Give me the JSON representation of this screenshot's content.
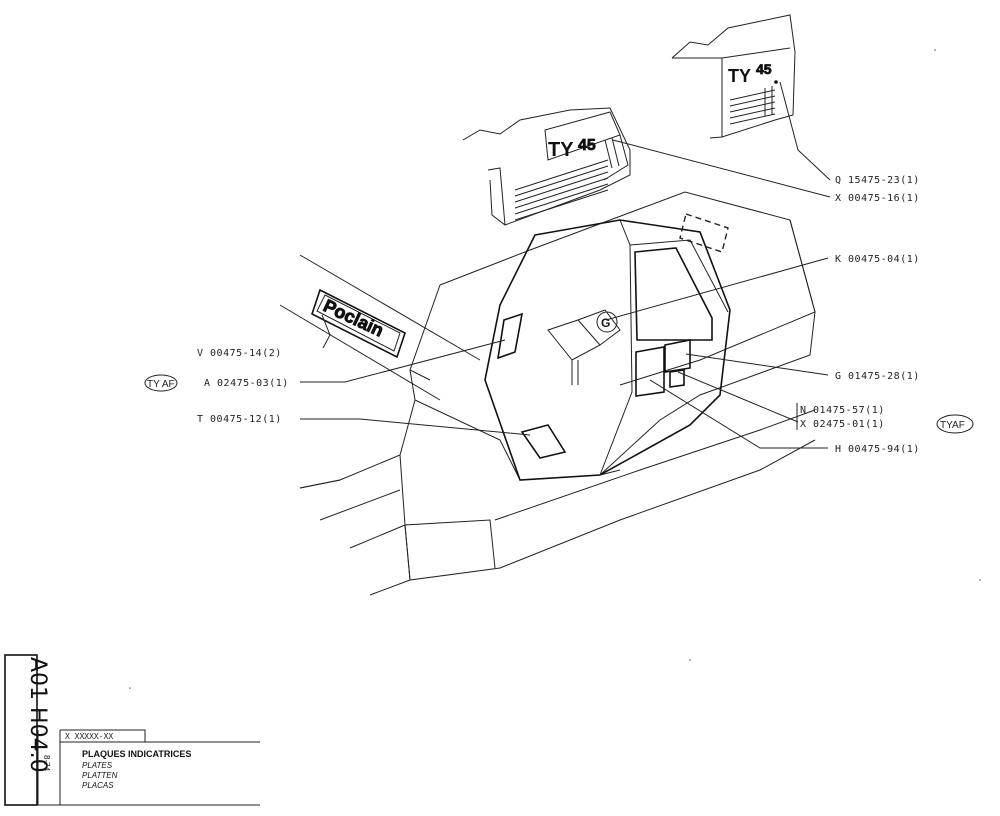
{
  "callouts": {
    "q": "Q 15475-23(1)",
    "x1": "X 00475-16(1)",
    "k": "K 00475-04(1)",
    "v": "V 00475-14(2)",
    "a": "A 02475-03(1)",
    "g": "G 01475-28(1)",
    "n": "N 01475-57(1)",
    "x2": "X 02475-01(1)",
    "t": "T 00475-12(1)",
    "h": "H 00475-94(1)"
  },
  "badges": {
    "tyaf_left": "TY AF",
    "tyaf_right": "TYAF"
  },
  "plates": {
    "ty45_left_ty": "TY",
    "ty45_left_num": "45",
    "ty45_right_ty": "TY",
    "ty45_right_num": "45",
    "poclain": "Poclain",
    "g_letter": "G"
  },
  "title_block": {
    "drawing_number": "A01 H04.0",
    "date": "8-74",
    "code": "X XXXXX-XX",
    "title_fr": "PLAQUES INDICATRICES",
    "title_en": "PLATES",
    "title_de": "PLATTEN",
    "title_es": "PLACAS"
  }
}
